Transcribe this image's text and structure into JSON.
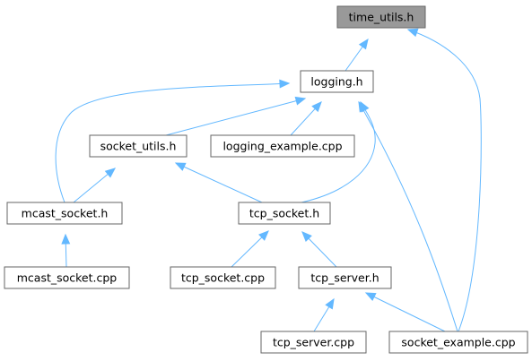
{
  "diagram": {
    "nodes": {
      "time_utils": "time_utils.h",
      "logging": "logging.h",
      "socket_utils": "socket_utils.h",
      "logging_example": "logging_example.cpp",
      "mcast_socket": "mcast_socket.h",
      "tcp_socket": "tcp_socket.h",
      "mcast_socket_cpp": "mcast_socket.cpp",
      "tcp_socket_cpp": "tcp_socket.cpp",
      "tcp_server": "tcp_server.h",
      "tcp_server_cpp": "tcp_server.cpp",
      "socket_example": "socket_example.cpp"
    },
    "highlighted_node": "time_utils",
    "edges": [
      {
        "from": "logging",
        "to": "time_utils"
      },
      {
        "from": "socket_example",
        "to": "time_utils"
      },
      {
        "from": "mcast_socket",
        "to": "logging"
      },
      {
        "from": "socket_utils",
        "to": "logging"
      },
      {
        "from": "logging_example",
        "to": "logging"
      },
      {
        "from": "tcp_socket",
        "to": "logging"
      },
      {
        "from": "socket_example",
        "to": "logging"
      },
      {
        "from": "mcast_socket",
        "to": "socket_utils"
      },
      {
        "from": "tcp_socket",
        "to": "socket_utils"
      },
      {
        "from": "mcast_socket_cpp",
        "to": "mcast_socket"
      },
      {
        "from": "tcp_socket_cpp",
        "to": "tcp_socket"
      },
      {
        "from": "tcp_server",
        "to": "tcp_socket"
      },
      {
        "from": "tcp_server_cpp",
        "to": "tcp_server"
      },
      {
        "from": "socket_example",
        "to": "tcp_server"
      }
    ],
    "colors": {
      "edge": "#63b8ff",
      "node_border": "#666666",
      "node_fill": "#ffffff",
      "highlight_fill": "#999999"
    }
  }
}
